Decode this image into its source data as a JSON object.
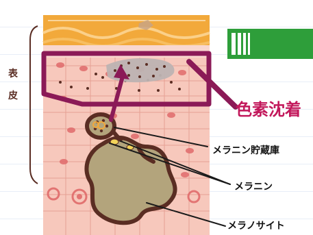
{
  "labels": {
    "skin_layer": "表皮",
    "skin_layer_chars": [
      "表",
      "皮"
    ],
    "title": "色素沈着",
    "melanin_storage": "メラニン貯蔵庫",
    "melanin": "メラニン",
    "melanocyte": "メラノサイト"
  },
  "colors": {
    "accent_magenta": "#8b1a57",
    "title_pink": "#c2185b",
    "green_badge": "#2e9e3a",
    "top_orange": "#f2a93b",
    "tissue_pink": "#f7c8bc",
    "melanocyte_fill": "#b3a47c",
    "melanocyte_outline": "#5a2d23"
  },
  "icons": {
    "green_badge": "green-bars-icon"
  }
}
